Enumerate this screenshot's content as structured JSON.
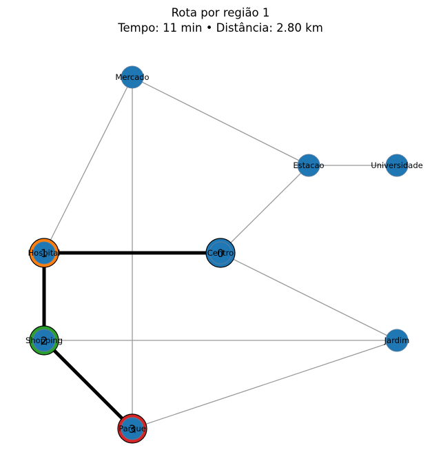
{
  "title": {
    "line1": "Rota por região 1",
    "line2": "Tempo: 11 min • Distância: 2.80 km"
  },
  "nodes": [
    {
      "id": "mercado",
      "label": "Mercado"
    },
    {
      "id": "estacao",
      "label": "Estacao"
    },
    {
      "id": "universidade",
      "label": "Universidade"
    },
    {
      "id": "hospital",
      "label": "Hospital"
    },
    {
      "id": "centro",
      "label": "Centro"
    },
    {
      "id": "shopping",
      "label": "Shopping"
    },
    {
      "id": "jardim",
      "label": "Jardim"
    },
    {
      "id": "parque",
      "label": "Parque"
    }
  ],
  "edges": [
    [
      "mercado",
      "estacao"
    ],
    [
      "mercado",
      "hospital"
    ],
    [
      "mercado",
      "parque"
    ],
    [
      "estacao",
      "universidade"
    ],
    [
      "estacao",
      "centro"
    ],
    [
      "hospital",
      "centro"
    ],
    [
      "hospital",
      "shopping"
    ],
    [
      "centro",
      "jardim"
    ],
    [
      "shopping",
      "jardim"
    ],
    [
      "shopping",
      "parque"
    ],
    [
      "parque",
      "jardim"
    ]
  ],
  "route": {
    "path": [
      "centro",
      "hospital",
      "shopping",
      "parque"
    ],
    "stops": [
      {
        "node": "centro",
        "order": "0",
        "color": "#1f77b4"
      },
      {
        "node": "hospital",
        "order": "1",
        "color": "#ff7f0e"
      },
      {
        "node": "shopping",
        "order": "2",
        "color": "#2ca02c"
      },
      {
        "node": "parque",
        "order": "3",
        "color": "#d62728"
      }
    ]
  },
  "colors": {
    "node": "#1f77b4",
    "edge": "#999999",
    "route": "#000000"
  }
}
